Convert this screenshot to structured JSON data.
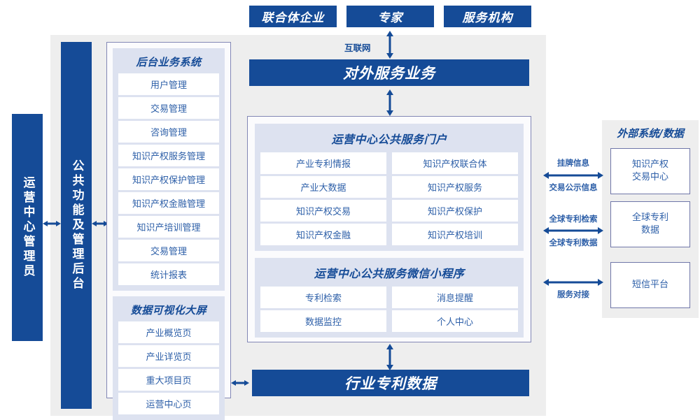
{
  "top_actors": [
    {
      "label": "联合体企业"
    },
    {
      "label": "专家"
    },
    {
      "label": "服务机构"
    }
  ],
  "internet_label": "互联网",
  "external_service_bar": "对外服务业务",
  "bottom_bar": "行业专利数据",
  "left_actor": "运营中心管理员",
  "common_function_bar": "公共功能及管理后台",
  "left_column": {
    "backend_system": {
      "title": "后台业务系统",
      "items": [
        "用户管理",
        "交易管理",
        "咨询管理",
        "知识产权服务管理",
        "知识产权保护管理",
        "知识产权金融管理",
        "知识产培训管理",
        "交易管理",
        "统计报表"
      ]
    },
    "visualization": {
      "title": "数据可视化大屏",
      "items": [
        "产业概览页",
        "产业详览页",
        "重大项目页",
        "运营中心页"
      ]
    }
  },
  "center_column": {
    "portal": {
      "title": "运营中心公共服务门户",
      "items": [
        "产业专利情报",
        "知识产权联合体",
        "产业大数据",
        "知识产权服务",
        "知识产权交易",
        "知识产权保护",
        "知识产权金融",
        "知识产权培训"
      ]
    },
    "miniprogram": {
      "title": "运营中心公共服务微信小程序",
      "items": [
        "专利检索",
        "消息提醒",
        "数据监控",
        "个人中心"
      ]
    }
  },
  "external": {
    "title": "外部系统/数据",
    "systems": [
      {
        "label": "知识产权\n交易中心"
      },
      {
        "label": "全球专利\n数据"
      },
      {
        "label": "短信平台"
      }
    ],
    "connectors": [
      {
        "above": "挂牌信息",
        "below": "交易公示信息"
      },
      {
        "above": "全球专利检索",
        "below": "全球专利数据"
      },
      {
        "above": "",
        "below": "服务对接"
      }
    ]
  },
  "colors": {
    "brand_blue": "#154b97",
    "panel_lavender": "#dde2f0",
    "canvas_gray": "#eeeeee",
    "item_text": "#2d5fa8",
    "border_blue_gray": "#8287b5"
  }
}
